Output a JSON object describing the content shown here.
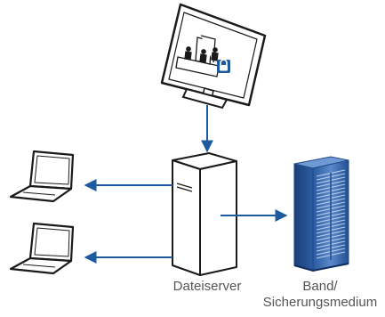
{
  "labels": {
    "file_server": "Dateiserver",
    "tape_line1": "Band/",
    "tape_line2": "Sicherungsmedium"
  },
  "colors": {
    "arrow": "#1e5a9e",
    "rack_light": "#4f7fc0",
    "rack_dark": "#1f4a8a",
    "lock": "#1e5a9e",
    "outline": "#1a1a1a",
    "label_text": "#555555"
  },
  "icons": {
    "monitor": "monitor-with-shared-folder-icon",
    "lock": "lock-icon",
    "server": "file-server-tower-icon",
    "laptop": "laptop-icon",
    "tape": "tape-backup-rack-icon"
  }
}
